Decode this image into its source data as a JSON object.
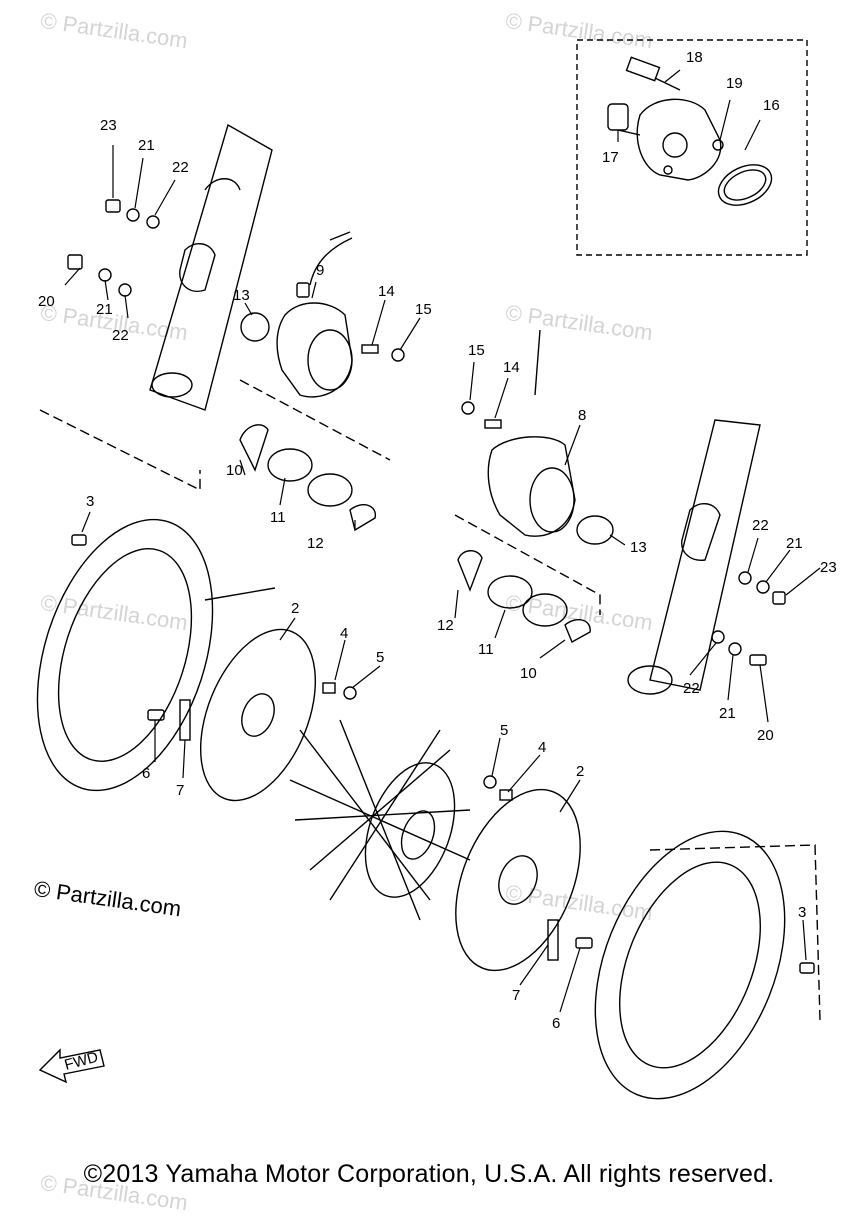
{
  "watermark": "© Partzilla.com",
  "partzilla_notice": "© Partzilla.com",
  "copyright": "©2013 Yamaha Motor Corporation, U.S.A. All rights reserved.",
  "fwd_label": "FWD",
  "callouts": {
    "c18": "18",
    "c19": "19",
    "c16": "16",
    "c17": "17",
    "c23a": "23",
    "c21a": "21",
    "c22a": "22",
    "c20a": "20",
    "c21b": "21",
    "c22b": "22",
    "c9": "9",
    "c13a": "13",
    "c14a": "14",
    "c15a": "15",
    "c10a": "10",
    "c11a": "11",
    "c12a": "12",
    "c3a": "3",
    "c2a": "2",
    "c4a": "4",
    "c5a": "5",
    "c6a": "6",
    "c7a": "7",
    "c15b": "15",
    "c14b": "14",
    "c8": "8",
    "c13b": "13",
    "c22c": "22",
    "c21c": "21",
    "c23b": "23",
    "c12b": "12",
    "c11b": "11",
    "c10b": "10",
    "c22d": "22",
    "c21d": "21",
    "c20b": "20",
    "c5b": "5",
    "c4b": "4",
    "c2b": "2",
    "c3b": "3",
    "c7b": "7",
    "c6b": "6"
  }
}
